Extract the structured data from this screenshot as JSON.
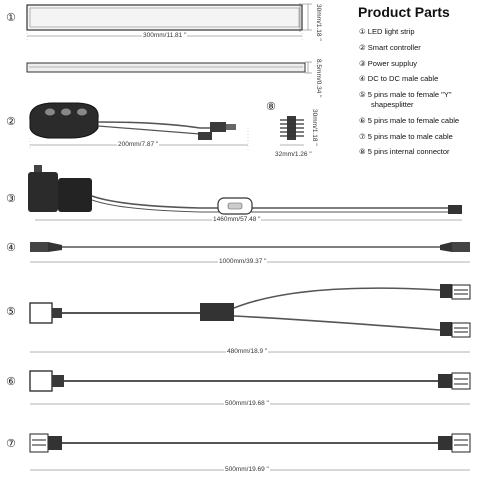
{
  "title": "Product Parts",
  "parts": [
    "① LED light strip",
    "② Smart controller",
    "③ Power suppluy",
    "④ DC to DC male cable",
    "⑤ 5 pins male to female \"Y\"",
    "shapesplitter",
    "⑥ 5 pins male to female cable",
    "⑦ 5 pins male to male cable",
    "⑧ 5 pins internal connector"
  ],
  "numbers": [
    "①",
    "②",
    "③",
    "④",
    "⑤",
    "⑥",
    "⑦",
    "⑧"
  ],
  "dims": {
    "strip_len": "300mm/11.81 \"",
    "strip_h": "30mm/1.18 \"",
    "strip_thick": "8.5mm/0.34 \"",
    "controller": "200mm/7.87 \"",
    "conn_w": "32mm/1.26 \"",
    "conn_h": "30mm/1.18 \"",
    "power": "1460mm/57.48 \"",
    "dc_cable": "1000mm/39.37 \"",
    "splitter": "480mm/18.9 \"",
    "mf_cable": "500mm/19.68 \"",
    "mm_cable": "500mm/19.69 \""
  },
  "colors": {
    "line": "#333333",
    "body": "#2b2b2b",
    "cable": "#555555"
  }
}
